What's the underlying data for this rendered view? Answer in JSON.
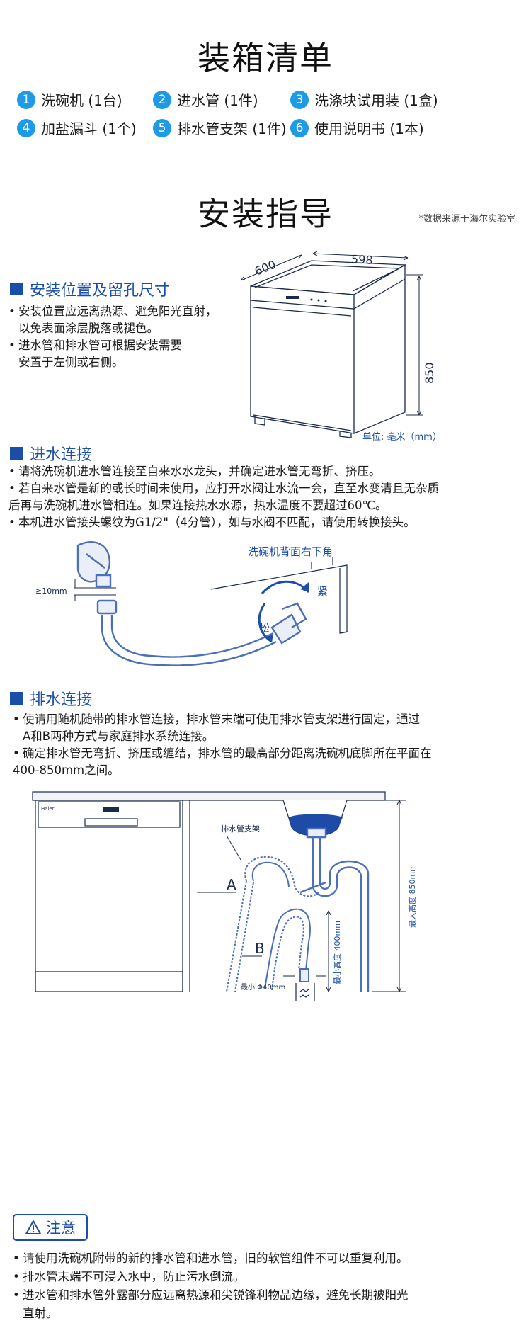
{
  "packing": {
    "title": "装箱清单",
    "items": [
      {
        "num": "1",
        "label": "洗碗机 (1台)"
      },
      {
        "num": "2",
        "label": "进水管 (1件)"
      },
      {
        "num": "3",
        "label": "洗涤块试用装 (1盒)"
      },
      {
        "num": "4",
        "label": "加盐漏斗 (1个)"
      },
      {
        "num": "5",
        "label": "排水管支架 (1件)"
      },
      {
        "num": "6",
        "label": "使用说明书 (1本)"
      }
    ],
    "source": "*数据来源于海尔实验室"
  },
  "guide": {
    "title": "安装指导"
  },
  "position": {
    "heading": "安装位置及留孔尺寸",
    "bullets": [
      "安装位置应远离热源、避免阳光直射，",
      "以免表面涂层脱落或褪色。",
      "进水管和排水管可根据安装需要",
      "安置于左侧或右侧。"
    ],
    "dims": {
      "depth": "600",
      "width": "598",
      "height": "850"
    },
    "unit": "单位: 毫米（mm）"
  },
  "inlet": {
    "heading": "进水连接",
    "bullets": [
      "请将洗碗机进水管连接至自来水水龙头，并确定进水管无弯折、挤压。",
      "若自来水管是新的或长时间未使用，应打开水阀让水流一会，直至水变清且无杂质",
      "后再与洗碗机进水管相连。如果连接热水水源，热水温度不要超过60℃。",
      "本机进水管接头螺纹为G1/2\"（4分管），如与水阀不匹配，请使用转换接头。"
    ],
    "diagram": {
      "corner_label": "洗碗机背面右下角",
      "gap_label": "≥10mm",
      "tight_label": "紧",
      "loose_label": "松"
    }
  },
  "drain": {
    "heading": "排水连接",
    "bullets": [
      "使请用随机随带的排水管连接，排水管末端可使用排水管支架进行固定，通过",
      "A和B两种方式与家庭排水系统连接。",
      "确定排水管无弯折、挤压或缠结，排水管的最高部分距离洗碗机底脚所在平面在",
      "400-850mm之间。"
    ],
    "diagram": {
      "bracket_label": "排水管支架",
      "label_a": "A",
      "label_b": "B",
      "max_height": "最大高度 850mm",
      "min_height": "最小高度 400mm",
      "min_dia": "最小 Φ40mm",
      "brand": "Haier"
    }
  },
  "notice": {
    "heading": "注意",
    "bullets": [
      "请使用洗碗机附带的新的排水管和进水管，旧的软管组件不可以重复利用。",
      "排水管末端不可浸入水中，防止污水倒流。",
      "进水管和排水管外露部分应远离热源和尖锐锋利物品边缘，避免长期被阳光",
      "直射。"
    ]
  },
  "colors": {
    "accent": "#1a4ea8",
    "badge": "#1e9be6",
    "line": "#4b6fb8"
  }
}
